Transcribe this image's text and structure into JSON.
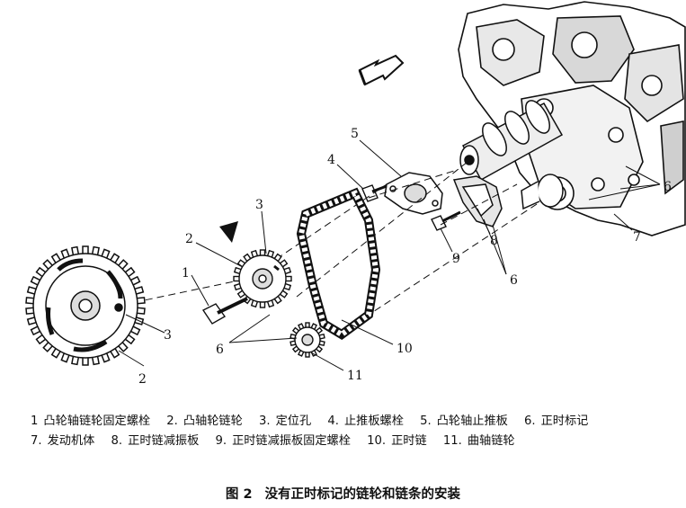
{
  "callouts": {
    "c1": "1",
    "c2a": "2",
    "c2b": "2",
    "c3a": "3",
    "c3b": "3",
    "c4": "4",
    "c5": "5",
    "c6a": "6",
    "c6b": "6",
    "c6c": "6",
    "c7": "7",
    "c8": "8",
    "c9": "9",
    "c10": "10",
    "c11": "11"
  },
  "legend": [
    {
      "num": "1",
      "label": "凸轮轴链轮固定螺栓"
    },
    {
      "num": "2.",
      "label": "凸轴轮链轮"
    },
    {
      "num": "3.",
      "label": "定位孔"
    },
    {
      "num": "4.",
      "label": "止推板螺栓"
    },
    {
      "num": "5.",
      "label": "凸轮轴止推板"
    },
    {
      "num": "6.",
      "label": "正时标记"
    },
    {
      "num": "7.",
      "label": "发动机体"
    },
    {
      "num": "8.",
      "label": "正时链减振板"
    },
    {
      "num": "9.",
      "label": "正时链减振板固定螺栓"
    },
    {
      "num": "10.",
      "label": "正时链"
    },
    {
      "num": "11.",
      "label": "曲轴链轮"
    }
  ],
  "caption": {
    "figure_label": "图 2",
    "title": "没有正时标记的链轮和链条的安装"
  }
}
